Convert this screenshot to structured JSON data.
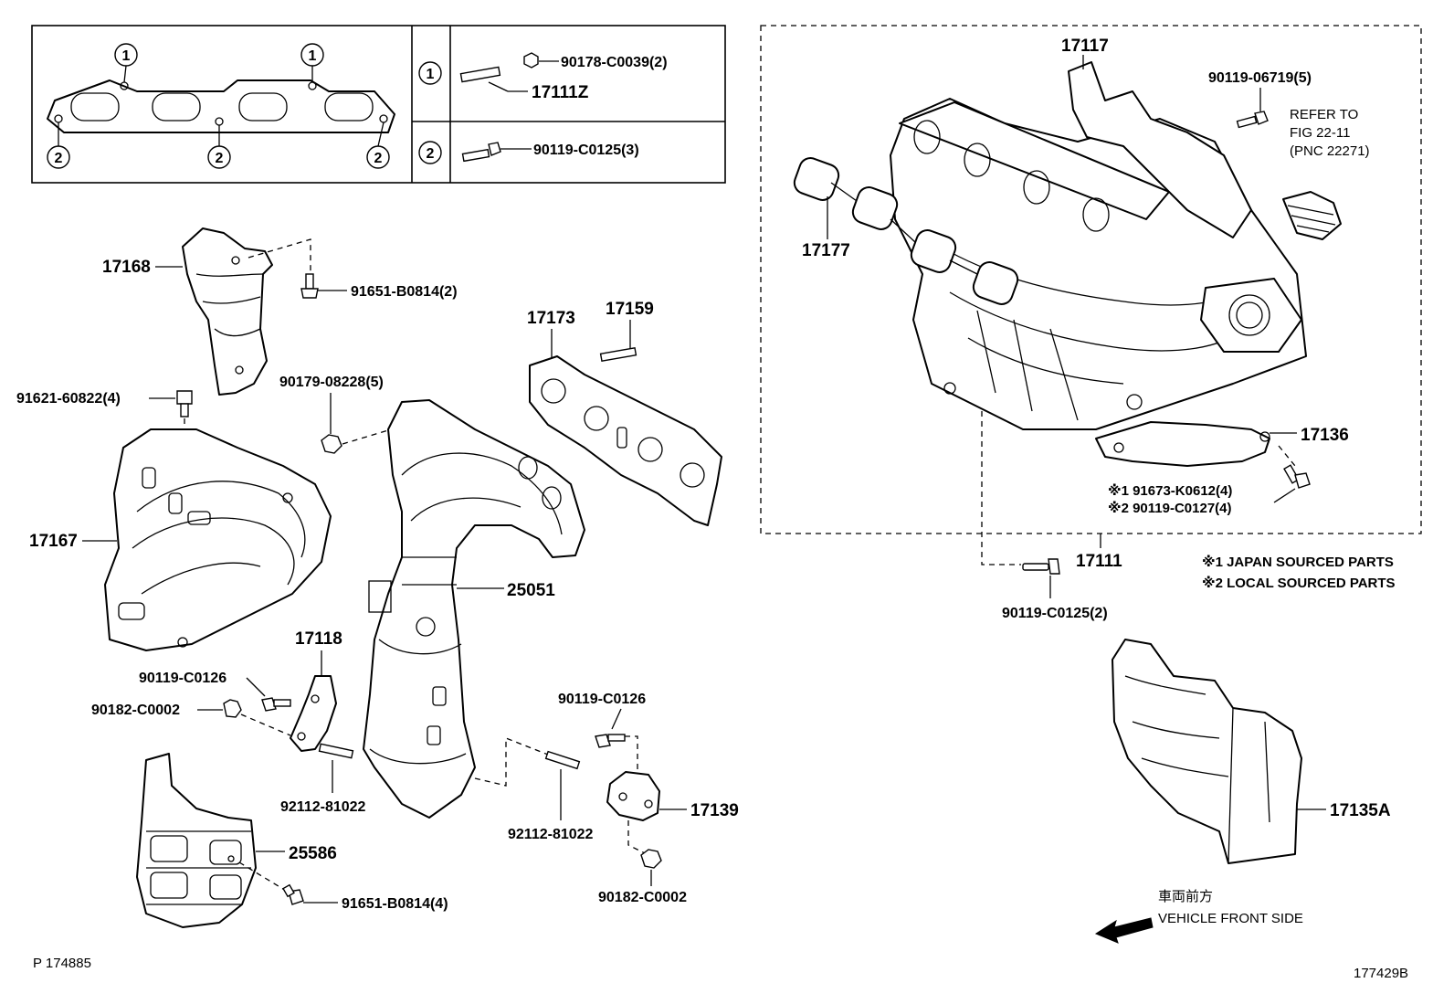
{
  "legend_table": {
    "callout_1": "1",
    "callout_2": "2",
    "row_1_parts": [
      "90178-C0039(2)",
      "17111Z"
    ],
    "row_2_parts": [
      "90119-C0125(3)"
    ]
  },
  "intake_box_parts": {
    "p17117": "17117",
    "p90119_06719": "90119-06719(5)",
    "refer_line1": "REFER TO",
    "refer_line2": "FIG 22-11",
    "refer_line3": "(PNC 22271)",
    "p17177": "17177",
    "p17136": "17136",
    "p91673": "※1 91673-K0612(4)",
    "p90119_C0127": "※2 90119-C0127(4)"
  },
  "part_labels": {
    "p17111": "17111",
    "p90119_C0125_2": "90119-C0125(2)",
    "p17168": "17168",
    "p91651_B0814_2": "91651-B0814(2)",
    "p17173": "17173",
    "p17159": "17159",
    "p91621": "91621-60822(4)",
    "p90179": "90179-08228(5)",
    "p17167": "17167",
    "p25051": "25051",
    "p17118": "17118",
    "p90119_C0126_a": "90119-C0126",
    "p90182_C0002_a": "90182-C0002",
    "p90119_C0126_b": "90119-C0126",
    "p92112_a": "92112-81022",
    "p92112_b": "92112-81022",
    "p17139": "17139",
    "p25586": "25586",
    "p91651_B0814_4": "91651-B0814(4)",
    "p90182_C0002_b": "90182-C0002",
    "p17135A": "17135A"
  },
  "notes": {
    "japan": "※1  JAPAN SOURCED PARTS",
    "local": "※2  LOCAL SOURCED PARTS"
  },
  "direction": {
    "japanese": "車両前方",
    "english": "VEHICLE FRONT SIDE"
  },
  "footer": {
    "page_ref": "P 174885",
    "figure_id": "177429B"
  }
}
